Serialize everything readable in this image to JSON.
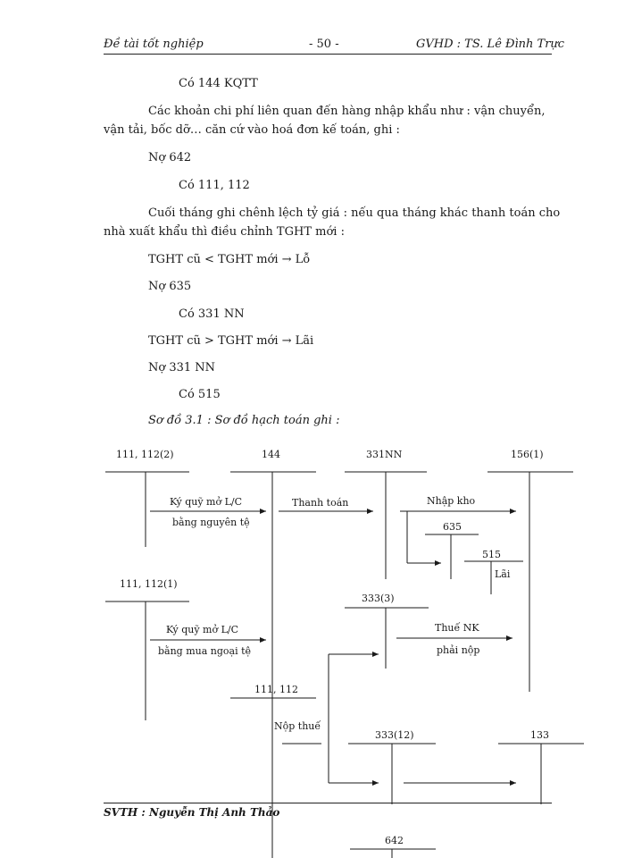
{
  "header": {
    "left": "Đề tài tốt nghiệp",
    "center": "- 50 -",
    "right": "GVHD : TS. Lê Đình Trực"
  },
  "body": {
    "line1": "Có 144 KQTT",
    "para1_l1": "Các khoản chi phí liên quan đến hàng nhập khẩu như : vận chuyển,",
    "para1_l2": "vận tải, bốc dỡ… căn cứ vào hoá đơn kế toán, ghi :",
    "no642": "Nợ 642",
    "co111": "Có 111, 112",
    "para2_l1": "Cuối tháng ghi chênh lệch tỷ giá : nếu qua tháng khác thanh toán cho",
    "para2_l2": "nhà xuất khẩu thì điều chỉnh TGHT mới :",
    "tght_lo": "TGHT cũ < TGHT mới → Lỗ",
    "no635": "Nợ 635",
    "co331": "Có 331 NN",
    "tght_lai": "TGHT cũ > TGHT mới → Lãi",
    "no331": "Nợ 331 NN",
    "co515": "Có 515",
    "caption": "Sơ đồ 3.1 : Sơ đồ hạch toán ghi :"
  },
  "diagram": {
    "acc_111_112_2": "111, 112(2)",
    "acc_144": "144",
    "acc_331nn": "331NN",
    "acc_156_1": "156(1)",
    "acc_635": "635",
    "acc_515": "515",
    "acc_111_112_1": "111, 112(1)",
    "acc_333_3": "333(3)",
    "acc_111_112": "111, 112",
    "acc_333_12": "333(12)",
    "acc_133": "133",
    "acc_642": "642",
    "lbl_kyquy1_a": "Ký quỹ mở L/C",
    "lbl_kyquy1_b": "bằng nguyên tệ",
    "lbl_thanhtoan": "Thanh toán",
    "lbl_nhapkho": "Nhập kho",
    "lbl_lai": "Lãi",
    "lbl_kyquy2_a": "Ký quỹ mở L/C",
    "lbl_kyquy2_b": "bằng mua ngoại tệ",
    "lbl_thuenk_a": "Thuế NK",
    "lbl_thuenk_b": "phải nộp",
    "lbl_nopthue": "Nộp thuế"
  },
  "footer": {
    "author": "SVTH : Nguyễn Thị Anh Thảo"
  }
}
